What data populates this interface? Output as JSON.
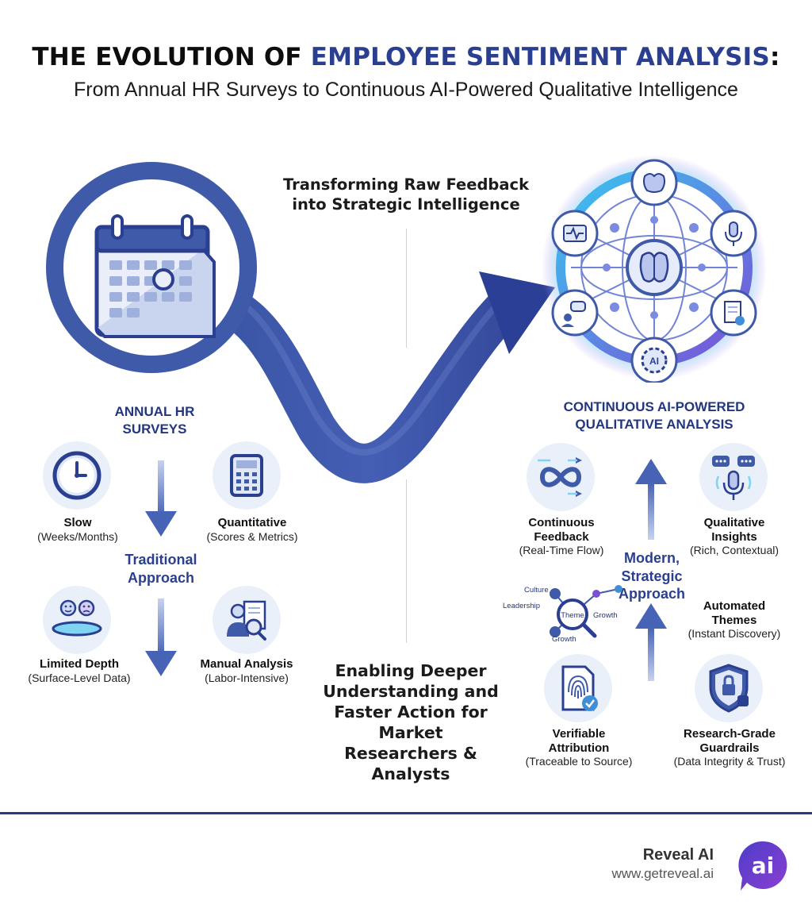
{
  "header": {
    "title_lead": "THE EVOLUTION OF ",
    "title_accent": "EMPLOYEE SENTIMENT ANALYSIS",
    "title_colon": ":",
    "subtitle": "From Annual HR Surveys to Continuous AI-Powered Qualitative Intelligence"
  },
  "center": {
    "top_line1": "Transforming Raw Feedback",
    "top_line2": "into Strategic Intelligence",
    "bottom_lines": [
      "Enabling Deeper",
      "Understanding and",
      "Faster Action for Market",
      "Researchers &",
      "Analysts"
    ]
  },
  "left": {
    "title_line1": "ANNUAL HR",
    "title_line2": "SURVEYS",
    "approach_line1": "Traditional",
    "approach_line2": "Approach",
    "items": [
      {
        "icon": "clock-icon",
        "bold": "Slow",
        "sub": "(Weeks/Months)"
      },
      {
        "icon": "calculator-icon",
        "bold": "Quantitative",
        "sub": "(Scores & Metrics)"
      },
      {
        "icon": "faces-icon",
        "bold": "Limited Depth",
        "sub": "(Surface-Level Data)"
      },
      {
        "icon": "manual-analysis-icon",
        "bold": "Manual Analysis",
        "sub": "(Labor-Intensive)"
      }
    ]
  },
  "right": {
    "title_line1": "CONTINUOUS AI-POWERED",
    "title_line2": "QUALITATIVE ANALYSIS",
    "approach_lines": [
      "Modern,",
      "Strategic",
      "Approach"
    ],
    "items": [
      {
        "icon": "infinity-icon",
        "bold1": "Continuous",
        "bold2": "Feedback",
        "sub": "(Real-Time Flow)"
      },
      {
        "icon": "microphone-chat-icon",
        "bold1": "Qualitative",
        "bold2": "Insights",
        "sub": "(Rich, Contextual)"
      },
      {
        "icon": "themes-network-icon",
        "bold1": "Automated",
        "bold2": "Themes",
        "sub": "(Instant Discovery)"
      },
      {
        "icon": "fingerprint-doc-icon",
        "bold1": "Verifiable",
        "bold2": "Attribution",
        "sub": "(Traceable to Source)"
      },
      {
        "icon": "shield-lock-icon",
        "bold1": "Research-Grade",
        "bold2": "Guardrails",
        "sub": "(Data Integrity & Trust)"
      }
    ],
    "theme_words": {
      "culture": "Culture",
      "leadership": "Leadership",
      "theme": "Theme",
      "growth_right": "Growth",
      "growth_bottom": "Growth"
    },
    "ai_chip": "AI"
  },
  "brand": {
    "name": "Reveal AI",
    "url": "www.getreveal.ai",
    "logo_text": "ai"
  },
  "colors": {
    "navy": "#23367f",
    "accent": "#2a3f8f",
    "purple": "#7b4fd6",
    "cyan": "#35c3ef",
    "footer_rule": "#2c3a84"
  }
}
